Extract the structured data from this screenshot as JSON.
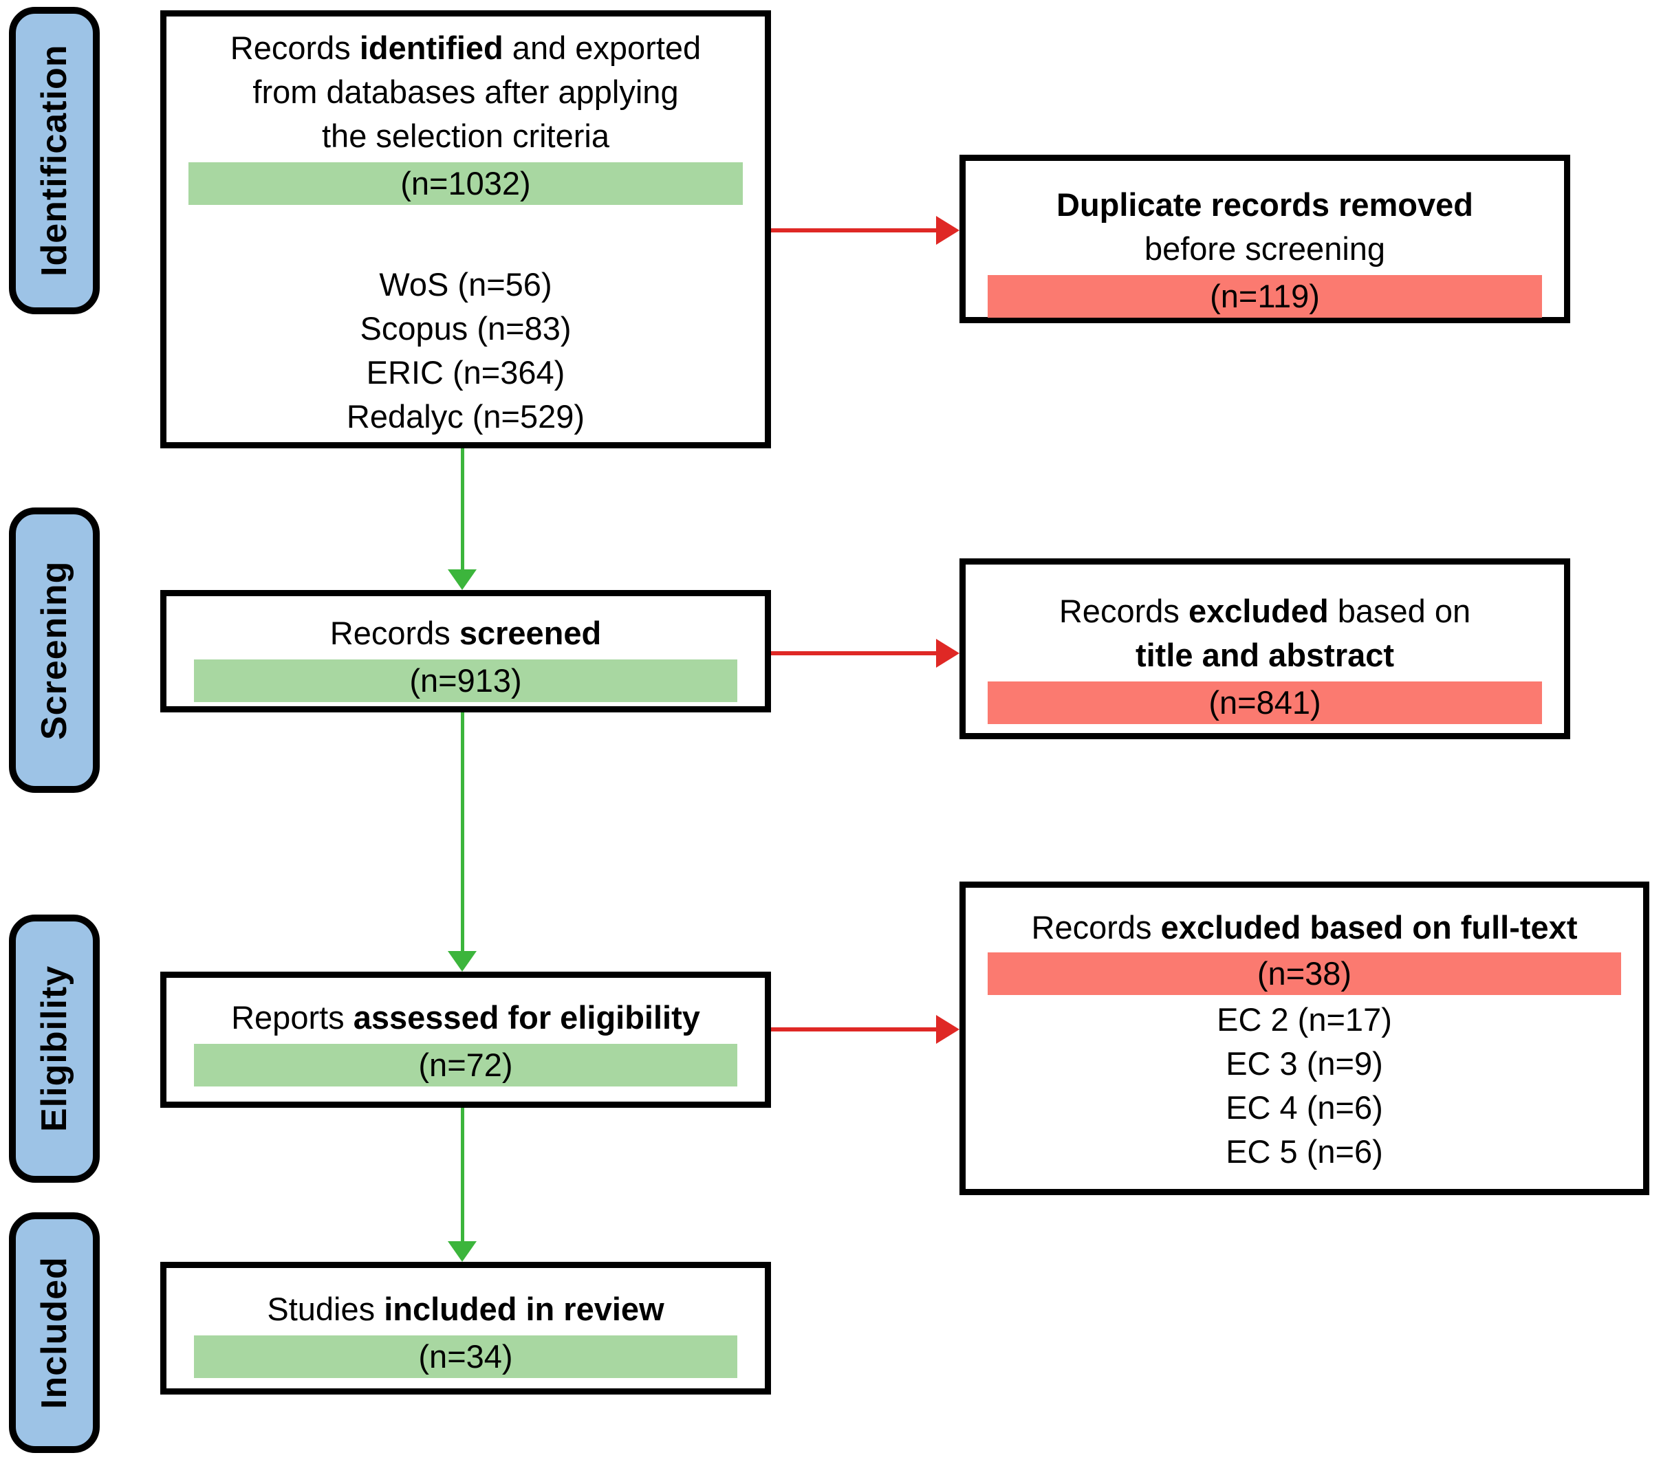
{
  "colors": {
    "stage_label_fill": "#9DC3E6",
    "green_bar": "#A8D7A1",
    "red_bar": "#FB7A70",
    "green_arrow": "#3CB53C",
    "red_arrow": "#DF2825",
    "border": "#000000"
  },
  "stages": {
    "identification": "Identification",
    "screening": "Screening",
    "eligibility": "Eligibility",
    "included": "Included"
  },
  "boxes": {
    "identification": {
      "title_pre": "Records ",
      "title_bold": "identified",
      "title_post": " and exported",
      "title_line2": "from databases after applying",
      "title_line3": "the selection criteria",
      "count": "(n=1032)",
      "sources": [
        "WoS (n=56)",
        "Scopus (n=83)",
        "ERIC (n=364)",
        "Redalyc (n=529)"
      ]
    },
    "screening": {
      "title_pre": "Records ",
      "title_bold": "screened",
      "count": "(n=913)"
    },
    "eligibility": {
      "title_pre": "Reports ",
      "title_bold": "assessed for eligibility",
      "count": "(n=72)"
    },
    "included": {
      "title_pre": "Studies ",
      "title_bold": "included in review",
      "count": "(n=34)"
    }
  },
  "exclusions": {
    "duplicates": {
      "title_bold": "Duplicate records removed",
      "subtitle": "before screening",
      "count": "(n=119)"
    },
    "title_abstract": {
      "title_pre": "Records ",
      "title_bold": "excluded",
      "title_post": " based on",
      "subtitle_bold": "title and abstract",
      "count": "(n=841)"
    },
    "full_text": {
      "title_pre": "Records ",
      "title_bold": "excluded based on full-text",
      "count": "(n=38)",
      "criteria": [
        "EC 2 (n=17)",
        "EC 3 (n=9)",
        "EC 4 (n=6)",
        "EC 5 (n=6)"
      ]
    }
  }
}
